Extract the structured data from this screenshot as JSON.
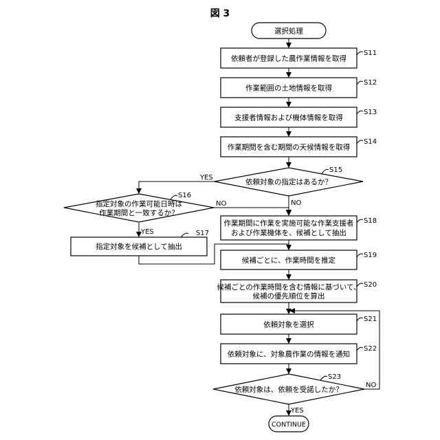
{
  "figure": {
    "title": "図 3"
  },
  "terminals": {
    "start": "選択処理",
    "end": "CONTINUE"
  },
  "steps": {
    "s11": {
      "id": "S11",
      "text": "依頼者が登録した農作業情報を取得"
    },
    "s12": {
      "id": "S12",
      "text": "作業範囲の土地情報を取得"
    },
    "s13": {
      "id": "S13",
      "text": "支援者情報および機体情報を取得"
    },
    "s14": {
      "id": "S14",
      "text": "作業期間を含む期間の天候情報を取得"
    },
    "s15": {
      "id": "S15",
      "text": "依頼対象の指定はあるか？"
    },
    "s16": {
      "id": "S16",
      "line1": "指定対象の作業可能日時は",
      "line2": "作業期間と一致するか？"
    },
    "s17": {
      "id": "S17",
      "text": "指定対象を候補として抽出"
    },
    "s18": {
      "id": "S18",
      "line1": "作業期間に作業を実施可能な作業支援者",
      "line2": "および作業機体を、候補として抽出"
    },
    "s19": {
      "id": "S19",
      "text": "候補ごとに、作業時間を推定"
    },
    "s20": {
      "id": "S20",
      "line1": "候補ごとの作業時間を含む情報に基づいて、",
      "line2": "候補の優先順位を算出"
    },
    "s21": {
      "id": "S21",
      "text": "依頼対象を選択"
    },
    "s22": {
      "id": "S22",
      "text": "依頼対象に、対象農作業の情報を通知"
    },
    "s23": {
      "id": "S23",
      "text": "依頼対象は、依頼を受諾したか？"
    }
  },
  "branch_labels": {
    "s15_yes": "YES",
    "s15_no": "NO",
    "s16_yes": "YES",
    "s16_no": "NO",
    "s23_yes": "YES",
    "s23_no": "NO"
  }
}
